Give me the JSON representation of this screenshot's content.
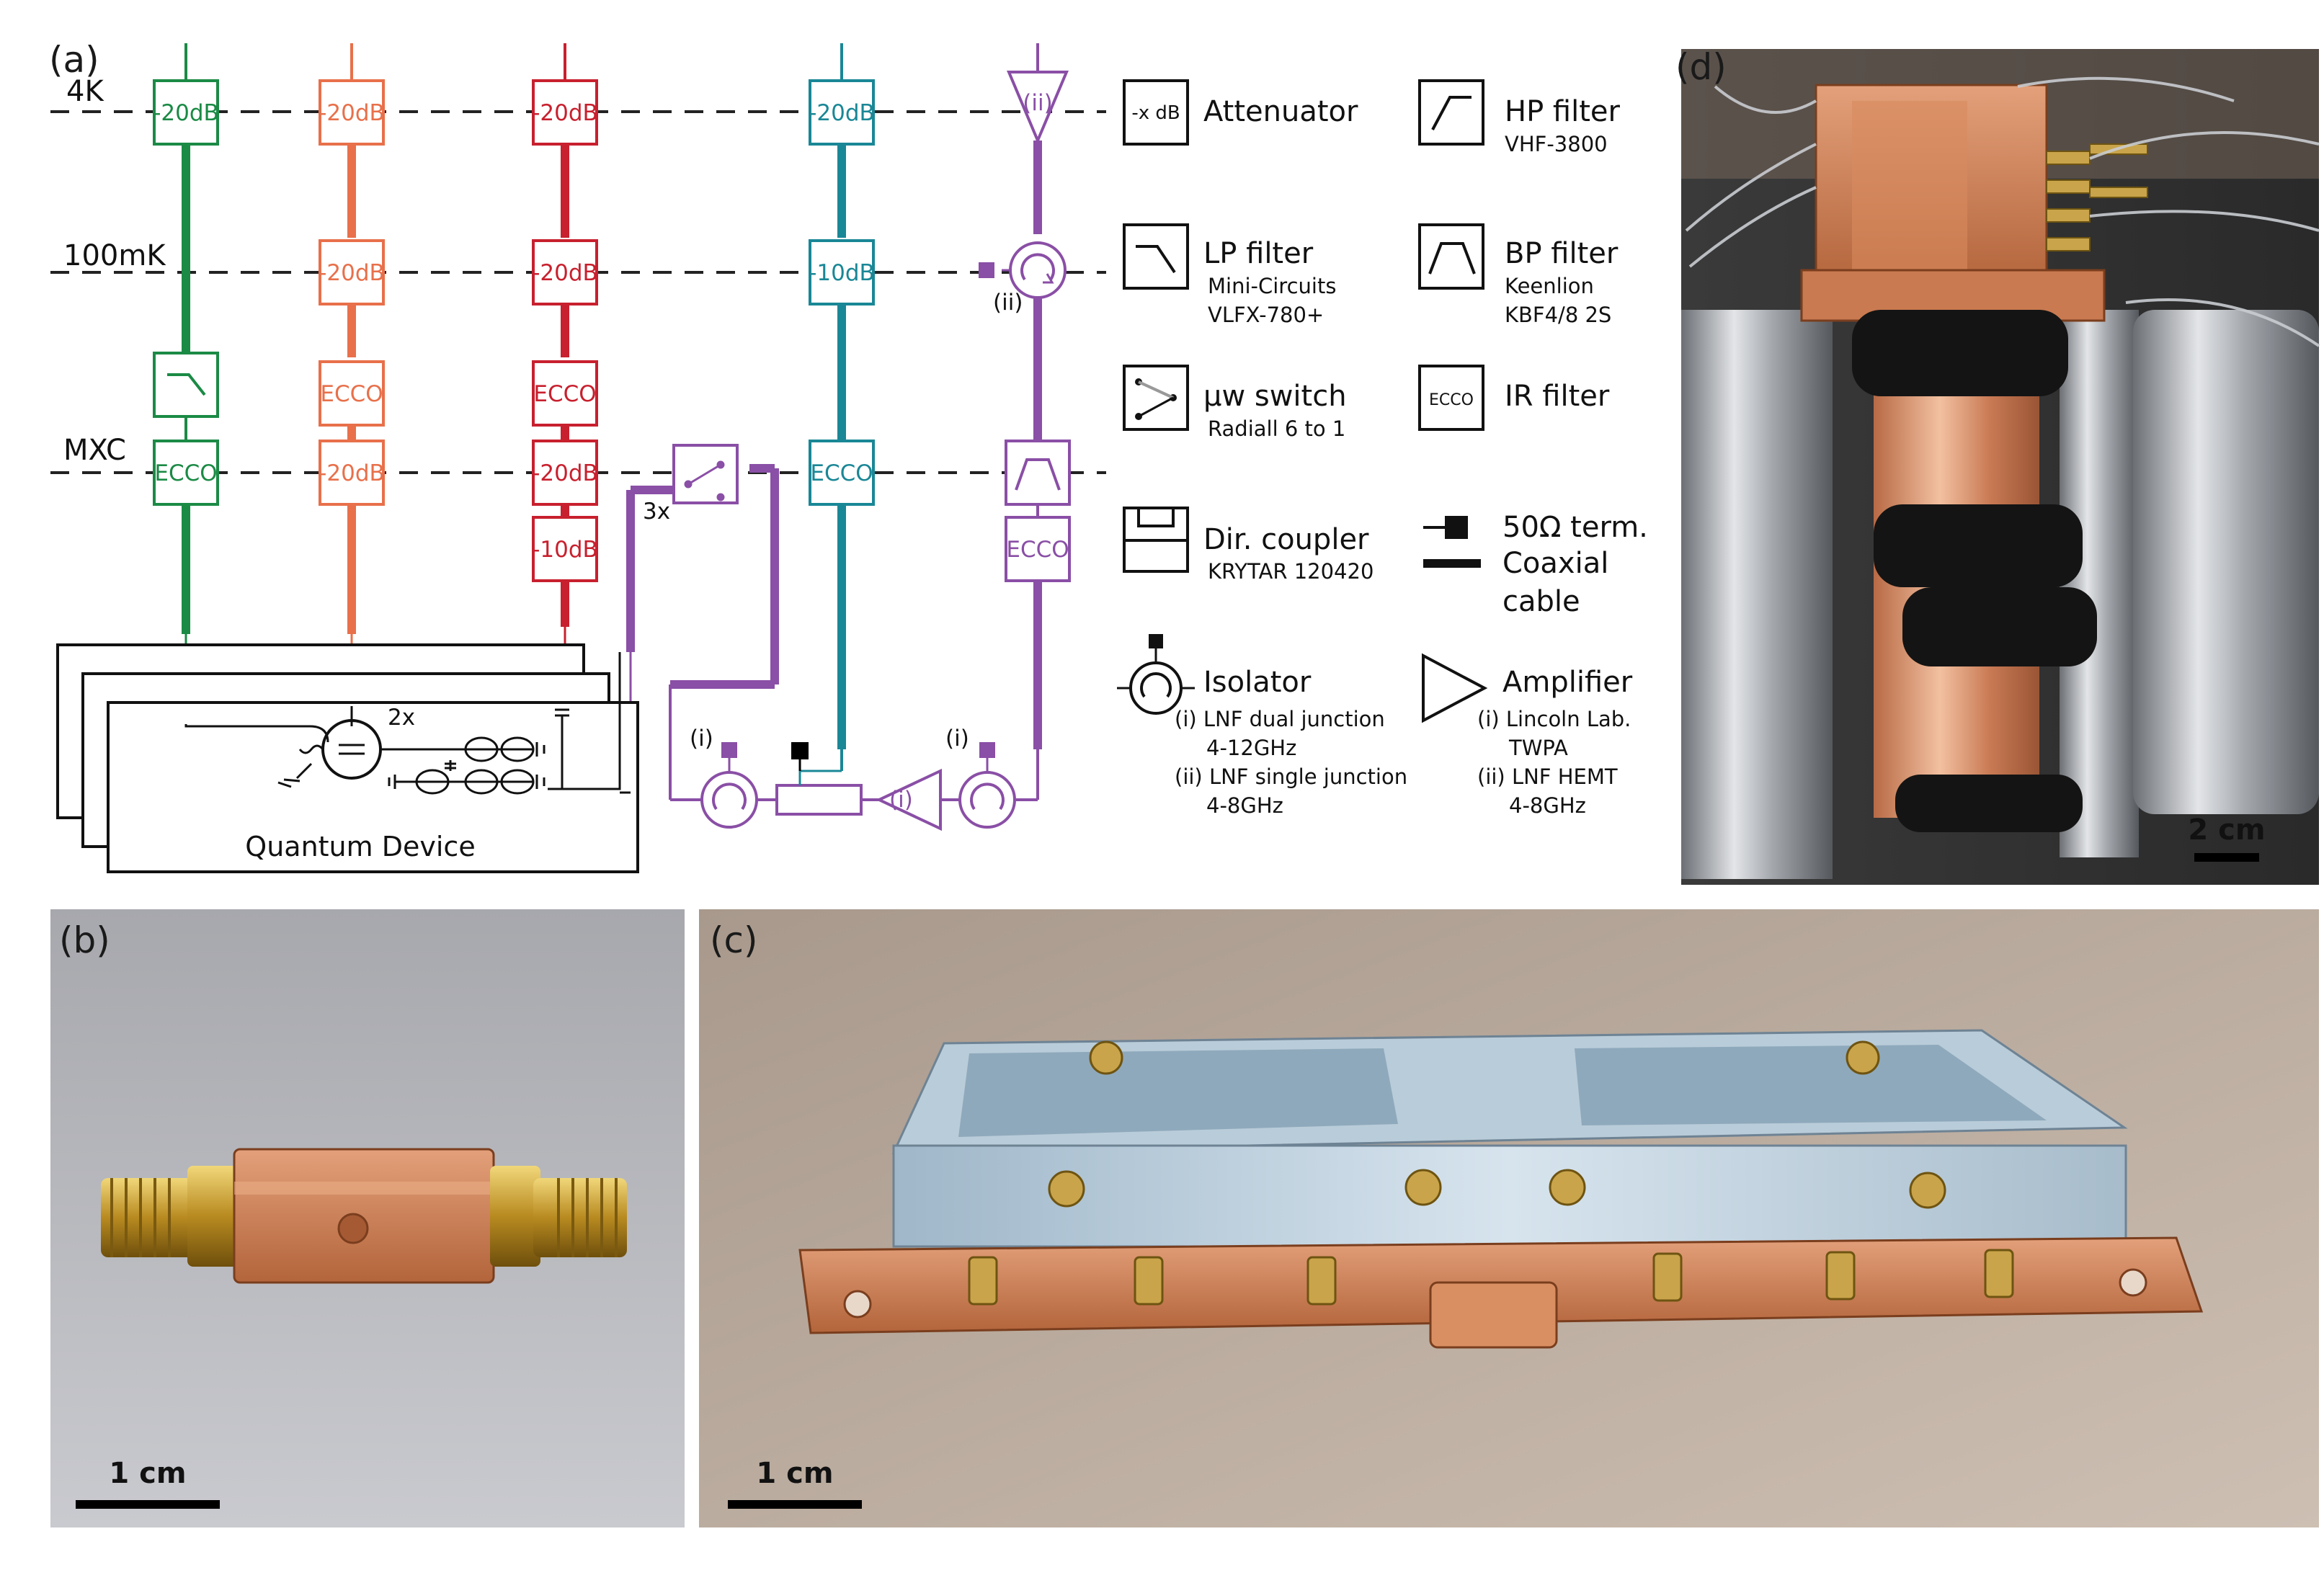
{
  "panels": {
    "a": "(a)",
    "b": "(b)",
    "c": "(c)",
    "d": "(d)"
  },
  "stages": {
    "s4k": "4K",
    "s100mk": "100mK",
    "smxc": "MXC"
  },
  "components": {
    "att20": "-20dB",
    "att10": "-10dB",
    "ecco": "ECCO",
    "amp_ii": "(ii)",
    "amp_i": "(i)",
    "iso_i": "(i)",
    "iso_ii": "(ii)",
    "x2": "2x",
    "x3": "3x",
    "device": "Quantum Device"
  },
  "legend": {
    "attenuator": {
      "symbol": "-x dB",
      "title": "Attenuator"
    },
    "hp": {
      "title": "HP filter",
      "sub": "VHF-3800"
    },
    "lp": {
      "title": "LP filter",
      "sub1": "Mini-Circuits",
      "sub2": "VLFX-780+"
    },
    "bp": {
      "title": "BP filter",
      "sub1": "Keenlion",
      "sub2": "KBF4/8 2S"
    },
    "switch": {
      "title": "μw switch",
      "sub": "Radiall 6 to 1"
    },
    "ir": {
      "symbol": "ECCO",
      "title": "IR filter"
    },
    "coupler": {
      "title": "Dir. coupler",
      "sub": "KRYTAR 120420"
    },
    "term": {
      "title": "50Ω  term."
    },
    "coax": {
      "title1": "Coaxial",
      "title2": "cable"
    },
    "isolator": {
      "title": "Isolator",
      "l1": "(i) LNF dual junction",
      "l2": "4-12GHz",
      "l3": "(ii) LNF single junction",
      "l4": "4-8GHz"
    },
    "amplifier": {
      "title": "Amplifier",
      "l1": "(i) Lincoln Lab.",
      "l2": "TWPA",
      "l3": "(ii) LNF HEMT",
      "l4": "4-8GHz"
    }
  },
  "scale_bars": {
    "b": "1 cm",
    "c": "1 cm",
    "d": "2 cm"
  },
  "colors": {
    "green": "#1b8a45",
    "orange": "#e8704a",
    "red": "#c8202e",
    "teal": "#1a8796",
    "purple": "#8a4fa6",
    "copper": "#c8794a"
  }
}
